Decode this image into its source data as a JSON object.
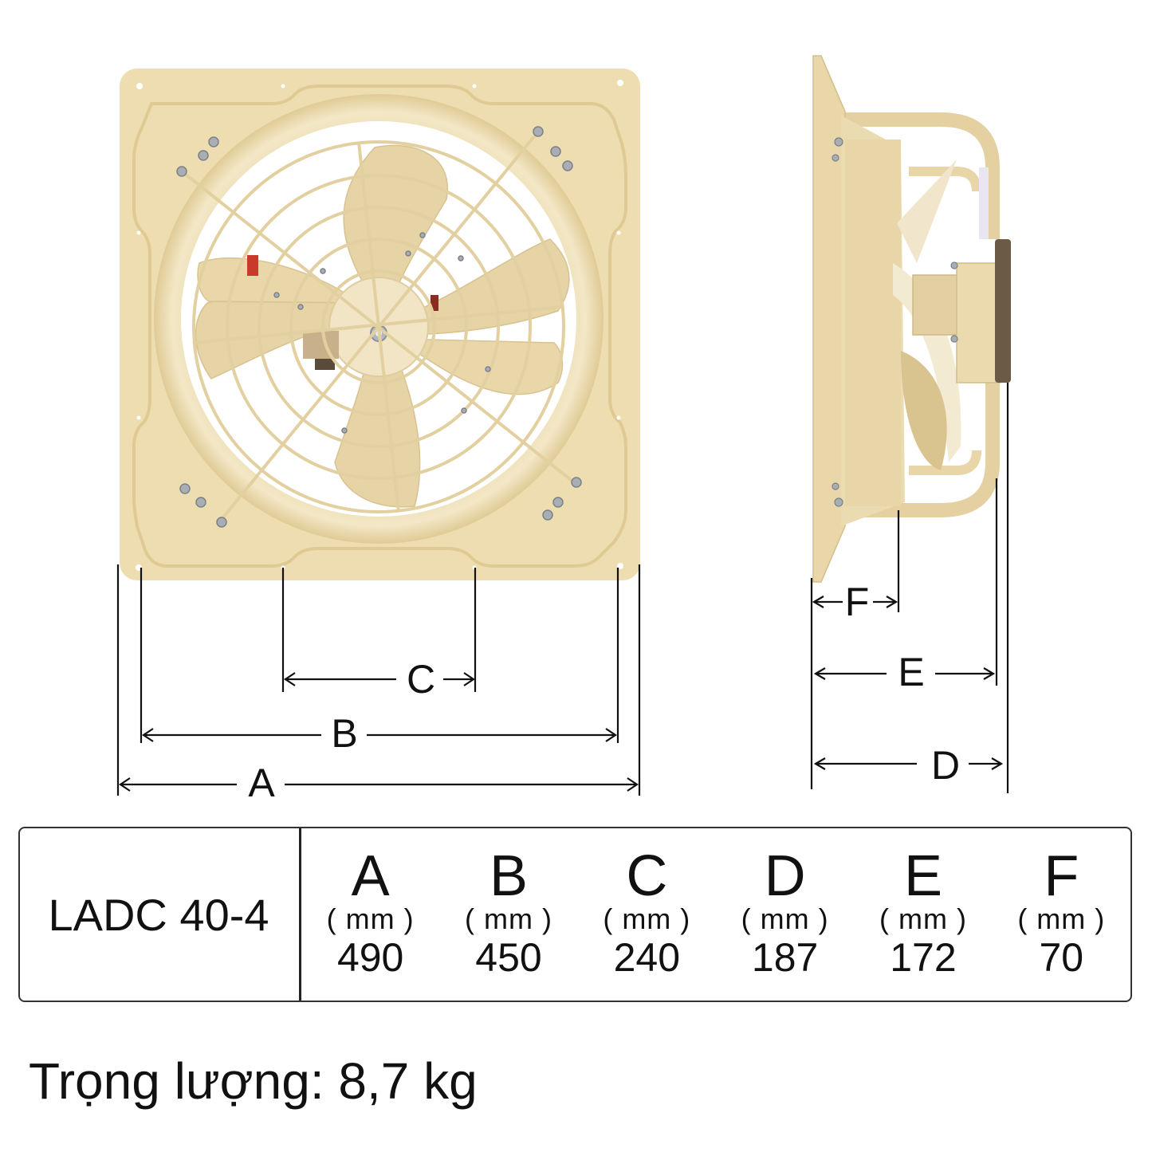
{
  "figure": {
    "front_view": {
      "description": "Front view of square exhaust fan with wire guard and 4 blades",
      "colors": {
        "panel": "#EDDDB0",
        "panel_shade": "#E2CF9C",
        "blade": "#E6D3A6",
        "guard": "#E9D8AB",
        "hub": "#F2E6C8",
        "bolt": "#A9AEB4"
      },
      "dimension_labels": [
        "C",
        "B",
        "A"
      ]
    },
    "side_view": {
      "description": "Side profile view of the fan with motor and mounting frame",
      "dimension_labels": [
        "F",
        "E",
        "D"
      ]
    }
  },
  "table": {
    "model": "LADC 40-4",
    "columns": [
      {
        "letter": "A",
        "unit": "( mm )",
        "value": "490"
      },
      {
        "letter": "B",
        "unit": "( mm )",
        "value": "450"
      },
      {
        "letter": "C",
        "unit": "( mm )",
        "value": "240"
      },
      {
        "letter": "D",
        "unit": "( mm )",
        "value": "187"
      },
      {
        "letter": "E",
        "unit": "( mm )",
        "value": "172"
      },
      {
        "letter": "F",
        "unit": "( mm )",
        "value": "70"
      }
    ]
  },
  "weight": "Trọng lượng: 8,7 kg"
}
